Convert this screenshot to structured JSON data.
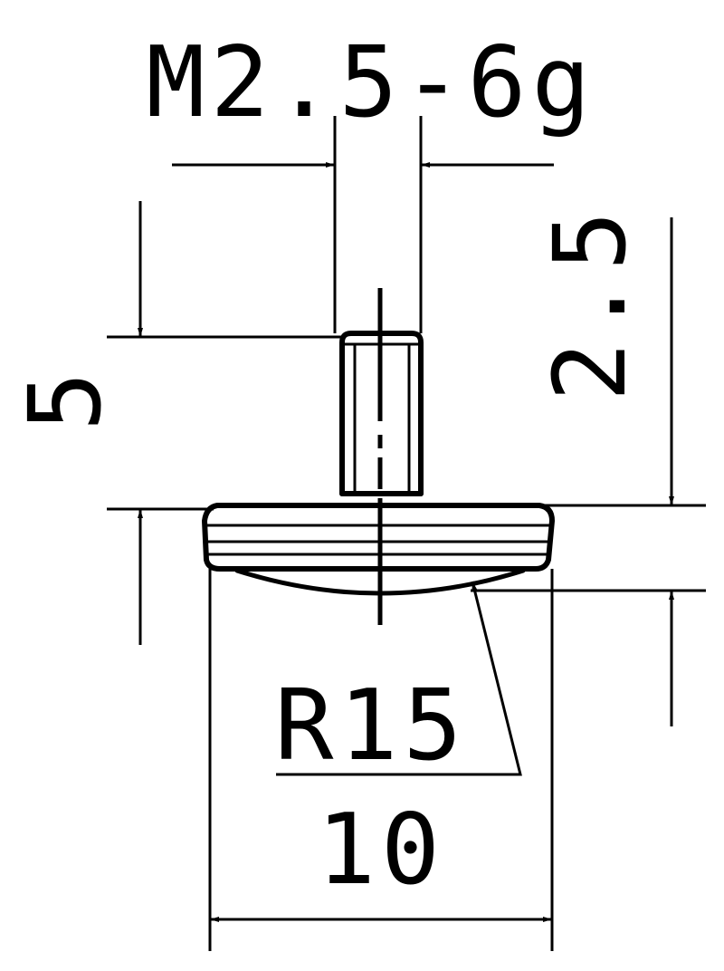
{
  "drawing": {
    "thread_label": "M2.5-6g",
    "height_label": "5",
    "depth_label": "2.5",
    "radius_label": "R15",
    "diameter_label": "10"
  },
  "colors": {
    "ink": "#000000",
    "paper": "#ffffff"
  }
}
